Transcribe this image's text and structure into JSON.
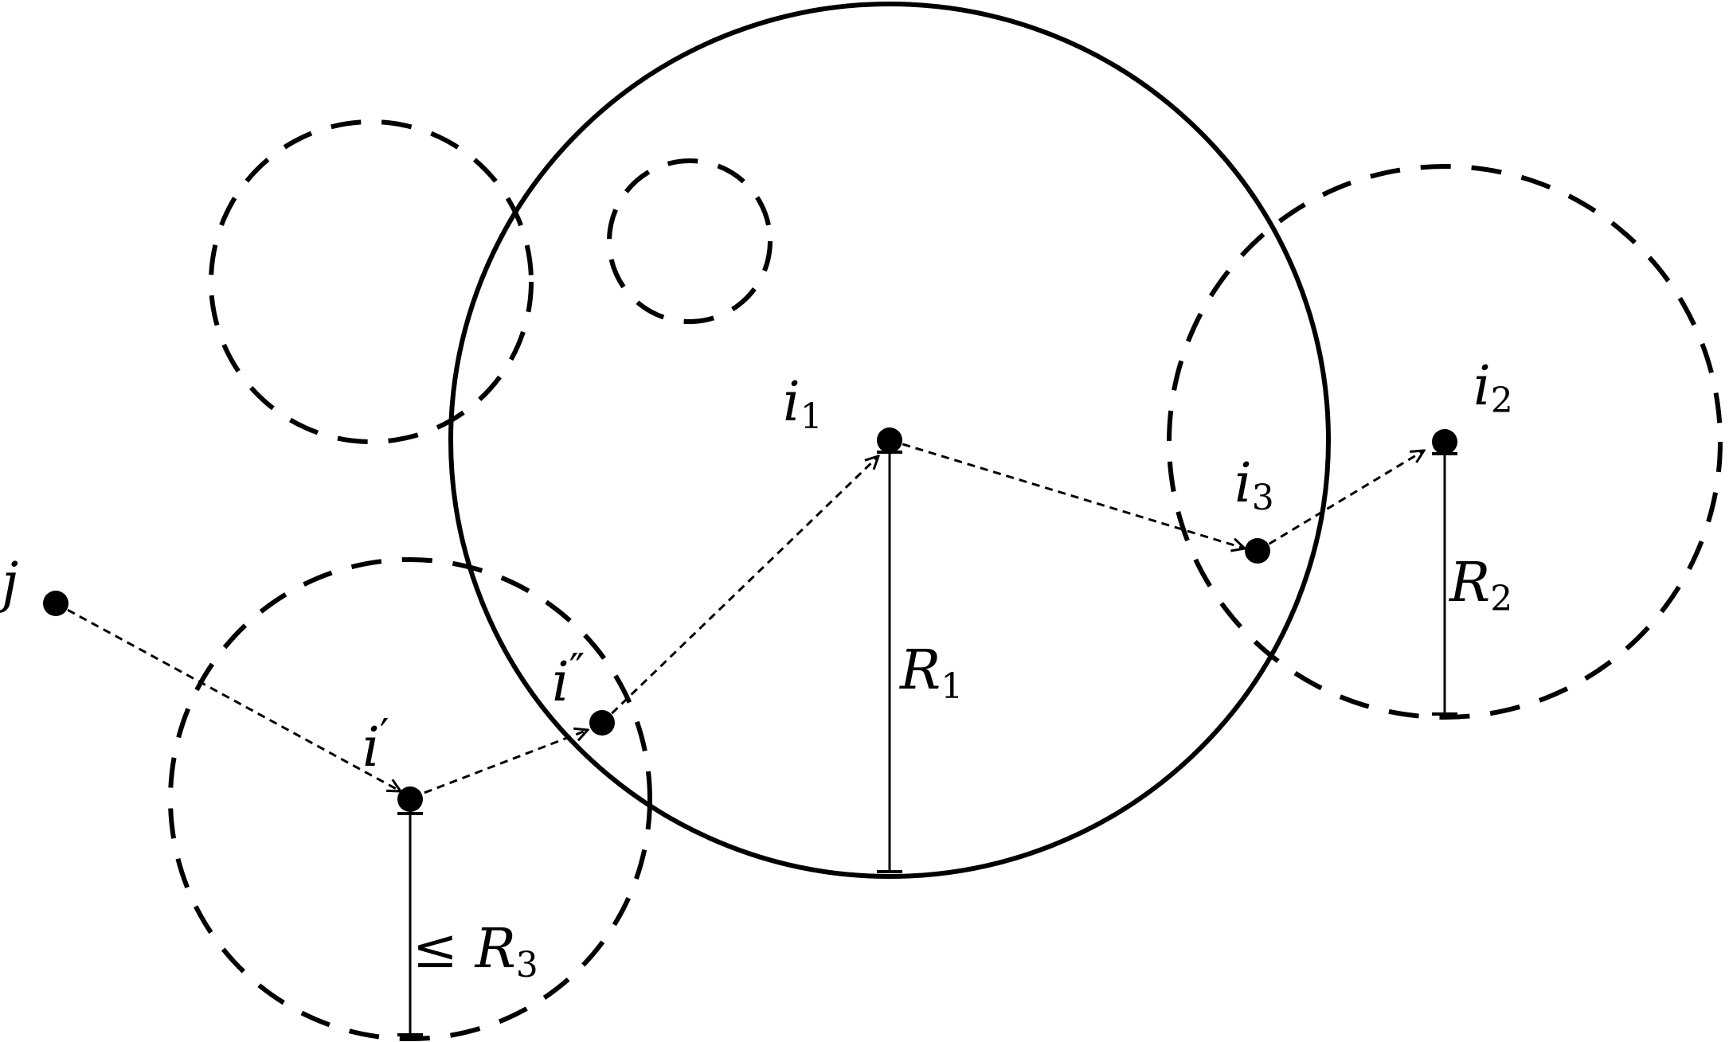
{
  "nodes": {
    "j": {
      "base": "j",
      "sub": "",
      "prime": ""
    },
    "i_prime": {
      "base": "i",
      "sub": "",
      "prime": "′"
    },
    "i_double_prime": {
      "base": "i",
      "sub": "",
      "prime": "″"
    },
    "i1": {
      "base": "i",
      "sub": "1",
      "prime": ""
    },
    "i2": {
      "base": "i",
      "sub": "2",
      "prime": ""
    },
    "i3": {
      "base": "i",
      "sub": "3",
      "prime": ""
    }
  },
  "radii": {
    "r1": {
      "prefix": "",
      "base": "R",
      "sub": "1"
    },
    "r2": {
      "prefix": "",
      "base": "R",
      "sub": "2"
    },
    "r3": {
      "prefix": "≤ ",
      "base": "R",
      "sub": "3"
    }
  },
  "colors": {
    "ink": "#000000",
    "background": "#ffffff"
  }
}
